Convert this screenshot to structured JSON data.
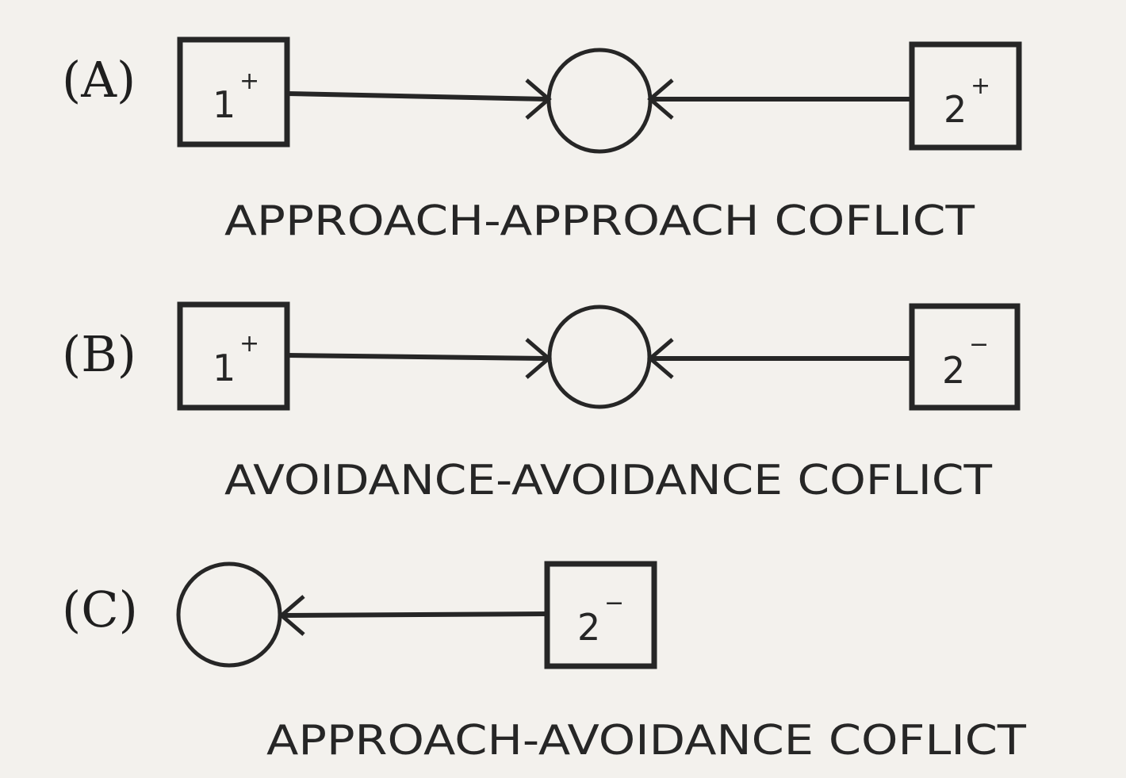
{
  "panels": {
    "a": {
      "marker": "(A)",
      "left_box": {
        "number": "1",
        "sign": "+"
      },
      "right_box": {
        "number": "2",
        "sign": "+"
      },
      "caption": "APPROACH-APPROACH COFLICT"
    },
    "b": {
      "marker": "(B)",
      "left_box": {
        "number": "1",
        "sign": "+"
      },
      "right_box": {
        "number": "2",
        "sign": "−"
      },
      "caption": "AVOIDANCE-AVOIDANCE COFLICT"
    },
    "c": {
      "marker": "(C)",
      "right_box": {
        "number": "2",
        "sign": "−"
      },
      "caption": "APPROACH-AVOIDANCE COFLICT"
    }
  }
}
